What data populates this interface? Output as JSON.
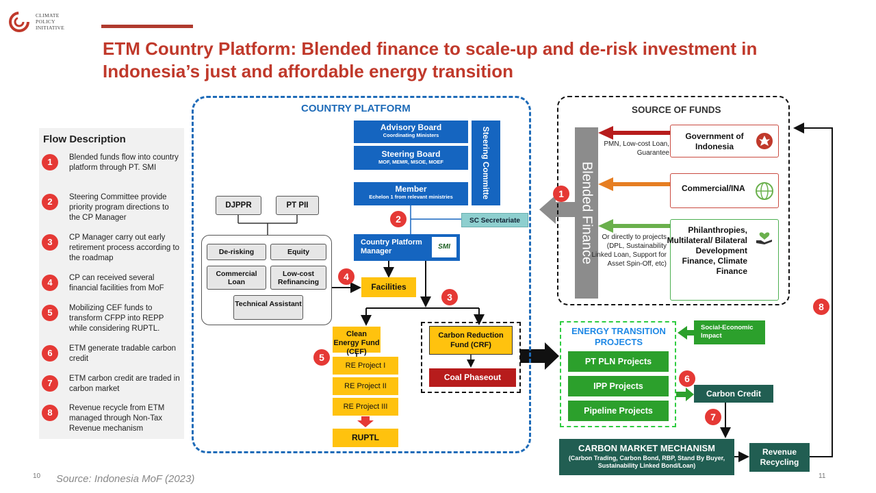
{
  "logo": {
    "line1": "CLIMATE",
    "line2": "POLICY",
    "line3": "INITIATIVE"
  },
  "title": "ETM Country Platform: Blended finance to scale-up and de-risk investment in Indonesia’s just and affordable energy transition",
  "flow": {
    "heading": "Flow Description",
    "items": [
      {
        "num": "1",
        "text": "Blended funds flow into country platform through PT. SMI"
      },
      {
        "num": "2",
        "text": "Steering Committee provide priority program directions to the CP Manager"
      },
      {
        "num": "3",
        "text": "CP Manager carry out early retirement process according to the roadmap"
      },
      {
        "num": "4",
        "text": "CP can received several financial facilities from MoF"
      },
      {
        "num": "5",
        "text": "Mobilizing CEF funds to transform CFPP into REPP while considering RUPTL."
      },
      {
        "num": "6",
        "text": "ETM generate tradable carbon credit"
      },
      {
        "num": "7",
        "text": "ETM carbon credit are traded in carbon market"
      },
      {
        "num": "8",
        "text": "Revenue recycle from ETM managed through Non-Tax Revenue mechanism"
      }
    ]
  },
  "country_platform": {
    "title": "COUNTRY PLATFORM",
    "advisory_board": "Advisory Board",
    "advisory_sub": "Coordinating Ministers",
    "steering_board": "Steering Board",
    "steering_sub": "MOF, MEMR, MSOE, MOEF",
    "steering_committee": "Steering Committe",
    "member": "Member",
    "member_sub": "Echelon 1 from relevant ministries",
    "sc_secretariate": "SC Secretariate",
    "cp_manager": "Country Platform Manager",
    "smi_logo": "SMI",
    "djppr": "DJPPR",
    "ptpii": "PT PII",
    "derisking": "De-risking",
    "equity": "Equity",
    "commercial_loan": "Commercial Loan",
    "low_cost": "Low-cost Refinancing",
    "technical": "Technical Assistant",
    "facilities": "Facilities",
    "cef": "Clean Energy Fund (CEF)",
    "re1": "RE Project I",
    "re2": "RE Project II",
    "re3": "RE Project III",
    "ruptl": "RUPTL",
    "crf": "Carbon Reduction Fund (CRF)",
    "coal": "Coal Phaseout"
  },
  "source_of_funds": {
    "title": "SOURCE OF FUNDS",
    "blended": "Blended Finance",
    "gov": "Government of Indonesia",
    "gov_note": "PMN, Low-cost Loan, Guarantee",
    "commercial": "Commercial/INA",
    "phil": "Philanthropies, Multilateral/ Bilateral Development Finance, Climate Finance",
    "phil_note": "Or directly to projects (DPL, Sustainability Linked Loan, Support for Asset Spin-Off, etc)"
  },
  "etp": {
    "title": "ENERGY TRANSITION PROJECTS",
    "pln": "PT PLN Projects",
    "ipp": "IPP Projects",
    "pipeline": "Pipeline Projects",
    "social": "Social-Economic Impact",
    "carbon_credit": "Carbon Credit",
    "cmm": "CARBON MARKET MECHANISM",
    "cmm_sub": "(Carbon Trading, Carbon Bond, RBP, Stand By Buyer, Sustainability Linked Bond/Loan)",
    "revenue": "Revenue Recycling"
  },
  "badges": {
    "b1": "1",
    "b2": "2",
    "b3": "3",
    "b4": "4",
    "b5": "5",
    "b6": "6",
    "b7": "7",
    "b8": "8"
  },
  "footer": {
    "source": "Source: Indonesia MoF (2023)",
    "page_left": "10",
    "page_right": "11"
  },
  "colors": {
    "title_red": "#c0392b",
    "platform_blue": "#1565c0",
    "fund_yellow": "#ffc20e",
    "project_green": "#2ca02c",
    "dark_teal": "#215e52",
    "badge_red": "#e53935"
  }
}
